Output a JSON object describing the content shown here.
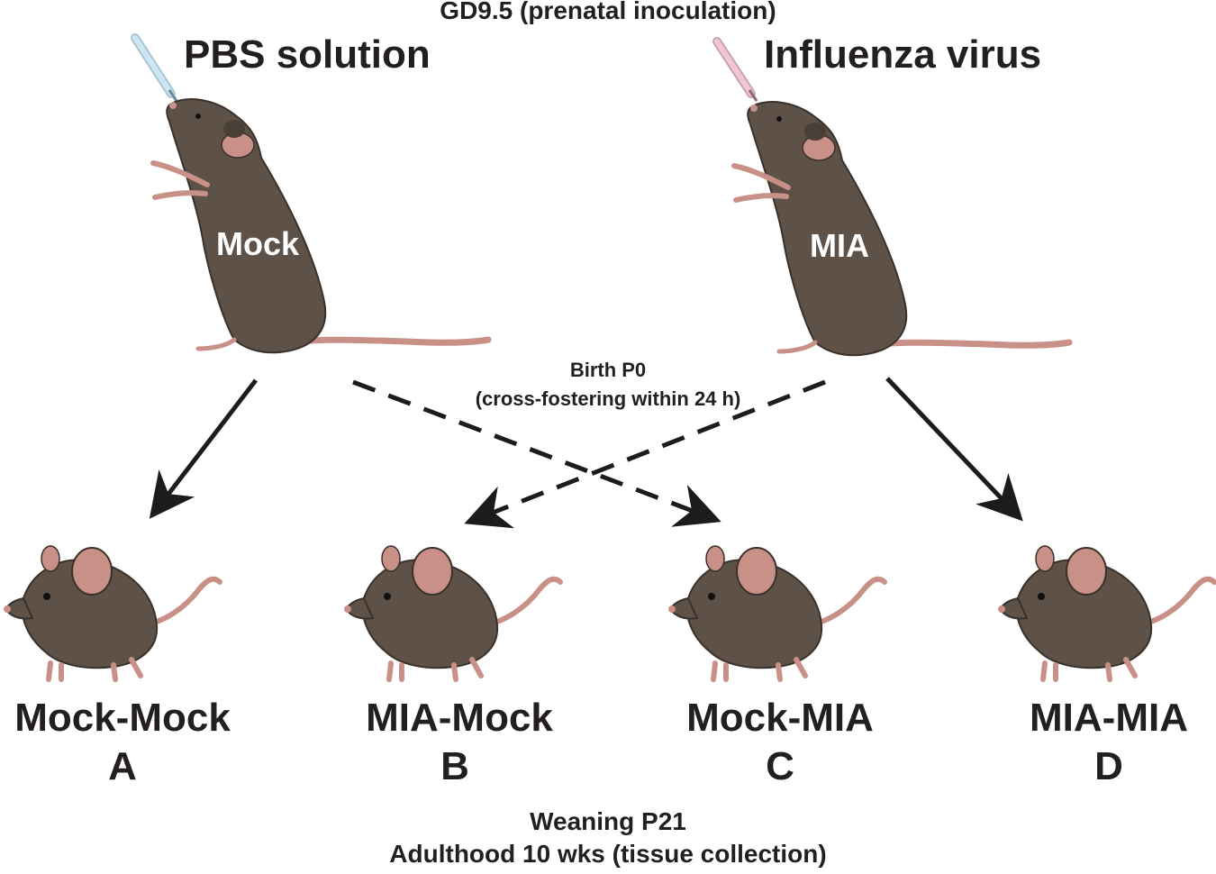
{
  "header": {
    "timepoint": "GD9.5 (prenatal inoculation)"
  },
  "dams": [
    {
      "treatment": "PBS solution",
      "body_label": "Mock",
      "pipette_color": "#cfe6f2"
    },
    {
      "treatment": "Influenza virus",
      "body_label": "MIA",
      "pipette_color": "#f2c6d6"
    }
  ],
  "birth": {
    "line1": "Birth P0",
    "line2": "(cross-fostering within 24 h)"
  },
  "groups": [
    {
      "name": "Mock-Mock",
      "letter": "A"
    },
    {
      "name": "MIA-Mock",
      "letter": "B"
    },
    {
      "name": "Mock-MIA",
      "letter": "C"
    },
    {
      "name": "MIA-MIA",
      "letter": "D"
    }
  ],
  "footer": {
    "line1": "Weaning P21",
    "line2": "Adulthood 10 wks (tissue collection)"
  },
  "colors": {
    "mouse_body": "#5d5148",
    "mouse_shade": "#4a3f37",
    "ear_tail": "#c99088",
    "arrow": "#1c1c1c"
  }
}
